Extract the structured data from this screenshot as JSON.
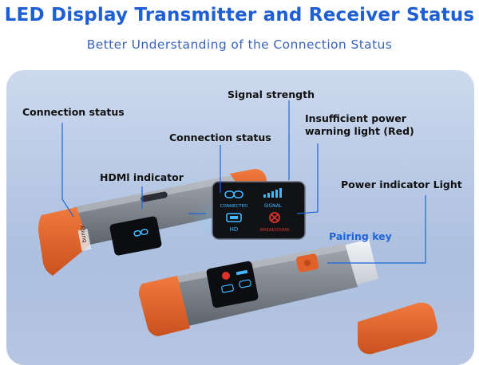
{
  "header": {
    "title": "LED Display Transmitter and Receiver Status",
    "subtitle": "Better Understanding of the Connection Status"
  },
  "callouts": {
    "connection_status_left": "Connection status",
    "signal_strength": "Signal strength",
    "insufficient_power_line1": "Insufficient power",
    "insufficient_power_line2": "warning light (Red)",
    "connection_status_center": "Connection status",
    "hdmi_indicator": "HDMl indicator",
    "power_indicator": "Power indicator Light",
    "pairing_key": "Pairing key"
  },
  "display_labels": {
    "connected": "CONNECTED",
    "signal": "SIGNAL",
    "hd": "HD",
    "breakdown": "BREAKDOWN"
  },
  "device_brand": "bunqy",
  "colors": {
    "title": "#1f5fd6",
    "accent_orange": "#e0622a",
    "panel": "#b4c6e3",
    "led_cyan": "#44b7ff",
    "led_red": "#e0312b",
    "pairing_key_label": "#1f66d6"
  }
}
